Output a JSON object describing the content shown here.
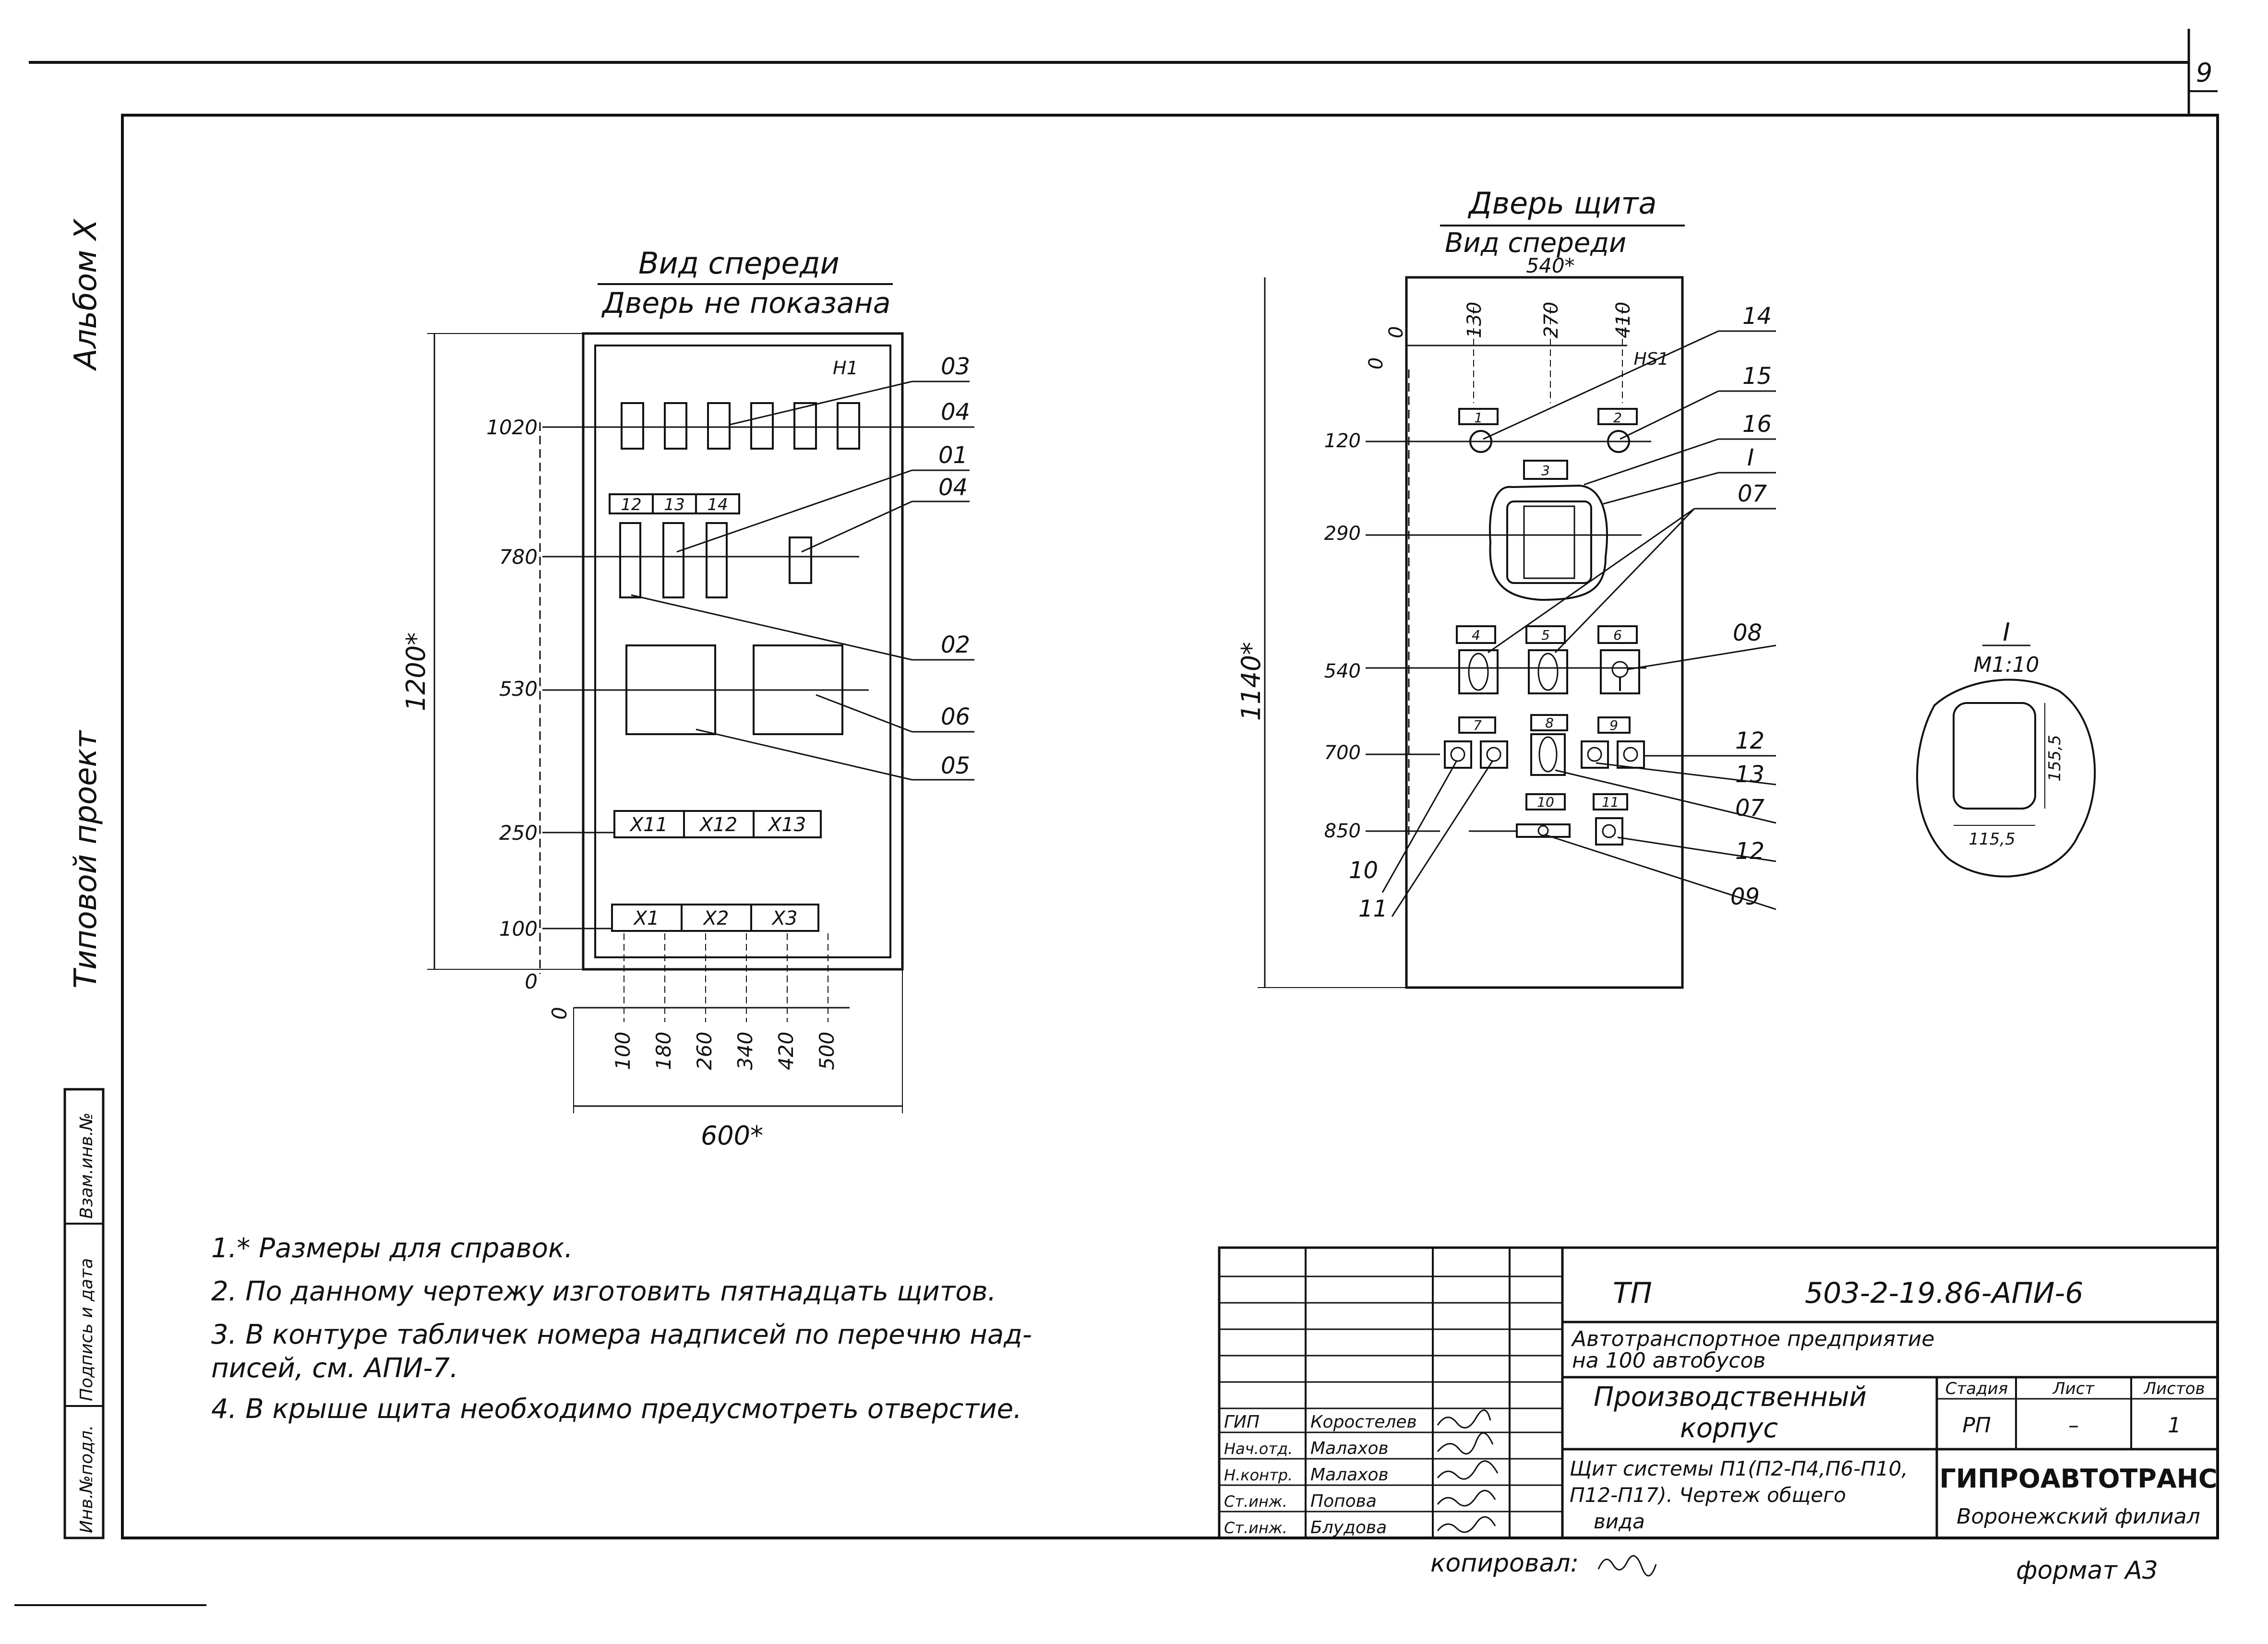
{
  "page_number": "9",
  "side_labels": {
    "album": "Альбом X",
    "project": "Типовой проект"
  },
  "stamp_cells": [
    "Инв.№подл.",
    "Подпись и дата",
    "Взам.инв.№"
  ],
  "front_view": {
    "title": "Вид спереди",
    "subtitle": "Дверь не показана",
    "panel_tag": "H1",
    "height_dim": "1200*",
    "width_dim": "600*",
    "y_levels": [
      "1020",
      "780",
      "530",
      "250",
      "100",
      "0"
    ],
    "x_levels": [
      "0",
      "100",
      "180",
      "260",
      "340",
      "420",
      "500"
    ],
    "plate_labels_top": [
      "12",
      "13",
      "14"
    ],
    "terminal_upper": [
      "X11",
      "X12",
      "X13"
    ],
    "terminal_lower": [
      "X1",
      "X2",
      "X3"
    ],
    "callouts": [
      "03",
      "04",
      "01",
      "04",
      "02",
      "06",
      "05"
    ]
  },
  "door_view": {
    "title": "Дверь щита",
    "subtitle": "Вид спереди",
    "width_dim": "540*",
    "height_dim": "1140*",
    "panel_tag": "HS1",
    "x_levels": [
      "0",
      "130",
      "270",
      "410"
    ],
    "y_levels": [
      "0",
      "120",
      "290",
      "540",
      "700",
      "850"
    ],
    "plate_numbers": [
      "1",
      "2",
      "3",
      "4",
      "5",
      "6",
      "7",
      "8",
      "9",
      "10",
      "11"
    ],
    "callouts": [
      "14",
      "15",
      "16",
      "I",
      "07",
      "08",
      "12",
      "13",
      "07",
      "12",
      "09",
      "10",
      "11"
    ]
  },
  "detail": {
    "label": "I",
    "scale": "M1:10",
    "dim_w": "115,5",
    "dim_h": "155,5"
  },
  "notes": [
    "1.* Размеры для справок.",
    "2. По данному чертежу изготовить пятнадцать щитов.",
    "3. В контуре табличек номера надписей по перечню над-",
    "писей, см. АПИ-7.",
    "4. В крыше щита необходимо предусмотреть отверстие."
  ],
  "title_block": {
    "code_prefix": "ТП",
    "code": "503-2-19.86-АПИ-6",
    "object": "Автотранспортное предприятие",
    "object2": "на 100 автобусов",
    "building": "Производственный",
    "building2": "корпус",
    "sheet_title": "Щит системы П1(П2-П4,П6-П10,",
    "sheet_title2": "П12-П17). Чертеж общего",
    "sheet_title3": "вида",
    "stage_label": "Стадия",
    "sheet_label": "Лист",
    "sheets_label": "Листов",
    "stage": "РП",
    "sheet": "–",
    "sheets": "1",
    "org": "ГИПРОАВТОТРАНС",
    "branch": "Воронежский филиал",
    "staff": [
      {
        "role": "ГИП",
        "name": "Коростелев"
      },
      {
        "role": "Нач.отд.",
        "name": "Малахов"
      },
      {
        "role": "Н.контр.",
        "name": "Малахов"
      },
      {
        "role": "Ст.инж.",
        "name": "Попова"
      },
      {
        "role": "Ст.инж.",
        "name": "Блудова"
      }
    ]
  },
  "footer": {
    "copied": "копировал:",
    "format": "формат А3"
  }
}
